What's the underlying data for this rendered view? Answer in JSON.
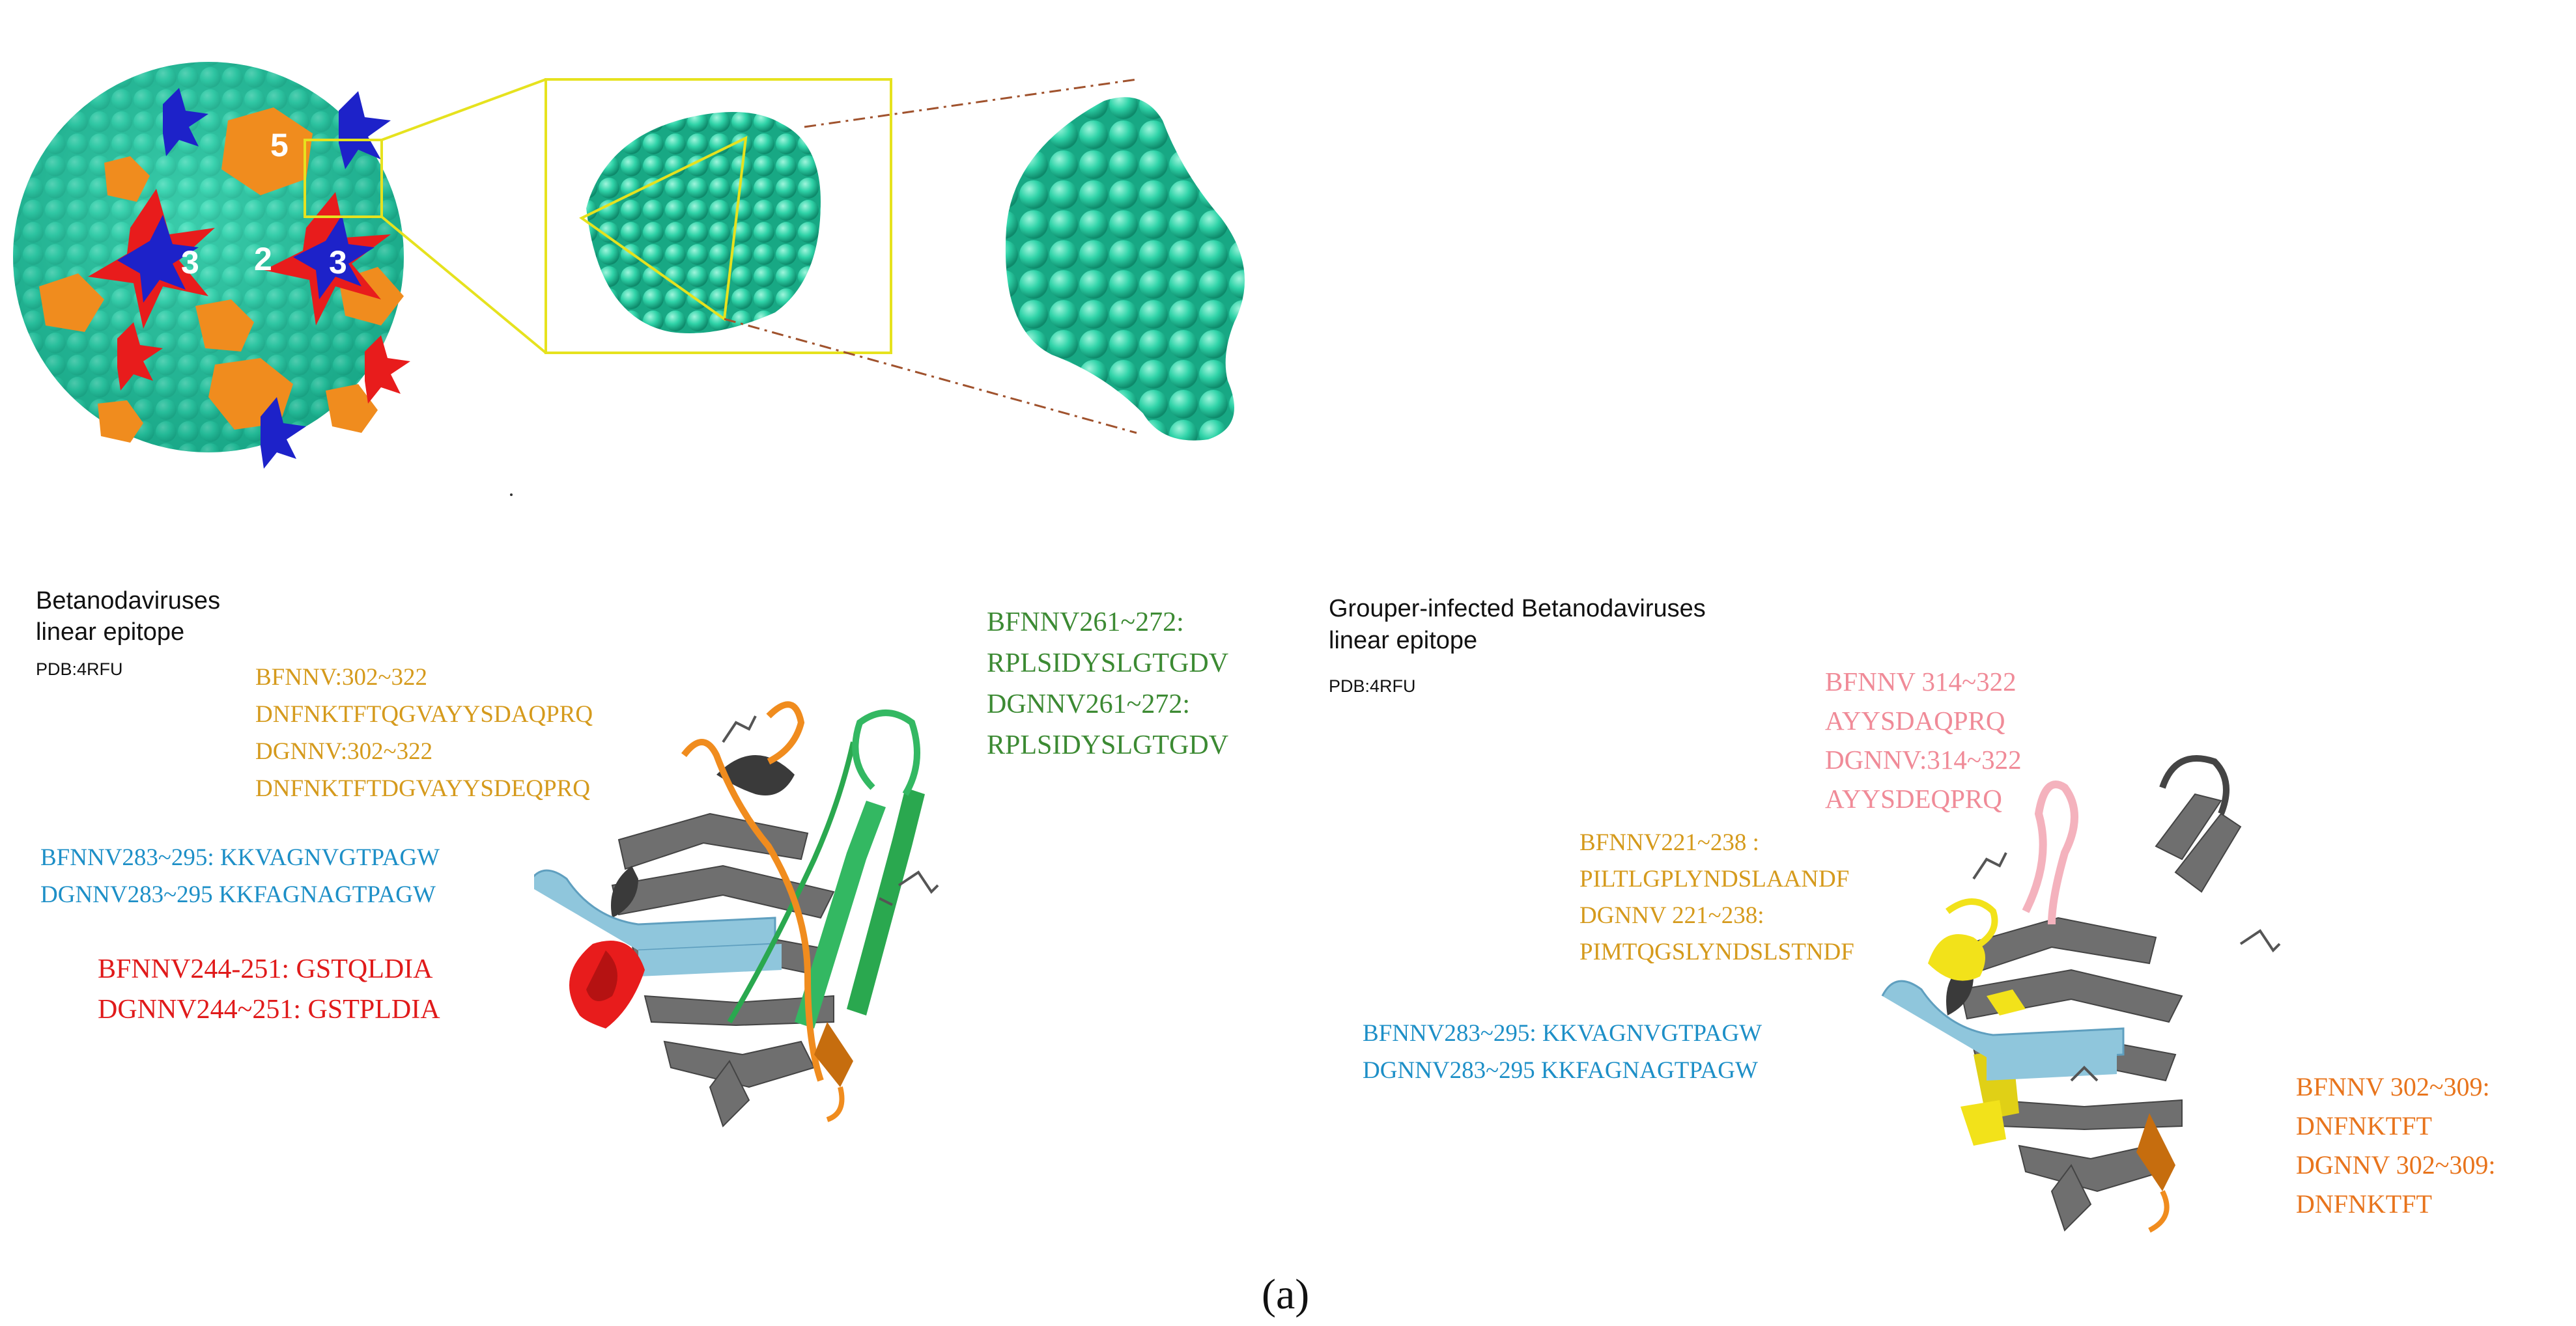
{
  "capsid": {
    "labels": [
      "5",
      "3",
      "2",
      "3"
    ]
  },
  "left": {
    "title_line1": "Betanodaviruses",
    "title_line2": "linear epitope",
    "pdb": "PDB:4RFU",
    "gold": [
      "BFNNV:302~322",
      "DNFNKTFTQGVAYYSDAQPRQ",
      "DGNNV:302~322",
      "DNFNKTFTDGVAYYSDEQPRQ"
    ],
    "green": [
      "BFNNV261~272:",
      "RPLSIDYSLGTGDV",
      "DGNNV261~272:",
      "RPLSIDYSLGTGDV"
    ],
    "blue": [
      "BFNNV283~295: KKVAGNVGTPAGW",
      "DGNNV283~295 KKFAGNAGTPAGW"
    ],
    "red": [
      "BFNNV244-251: GSTQLDIA",
      "DGNNV244~251: GSTPLDIA"
    ]
  },
  "right": {
    "title_line1": "Grouper-infected Betanodaviruses",
    "title_line2": "linear epitope",
    "pdb": "PDB:4RFU",
    "pink": [
      "BFNNV 314~322",
      "AYYSDAQPRQ",
      "DGNNV:314~322",
      "AYYSDEQPRQ"
    ],
    "gold": [
      "BFNNV221~238 :",
      "PILTLGPLYNDSLAANDF",
      "DGNNV 221~238:",
      "PIMTQGSLYNDSLSTNDF"
    ],
    "blue": [
      "BFNNV283~295: KKVAGNVGTPAGW",
      "DGNNV283~295 KKFAGNAGTPAGW"
    ],
    "orange": [
      "BFNNV 302~309:",
      "DNFNKTFT",
      "DGNNV 302~309:",
      "DNFNKTFT"
    ]
  },
  "caption": "(a)"
}
